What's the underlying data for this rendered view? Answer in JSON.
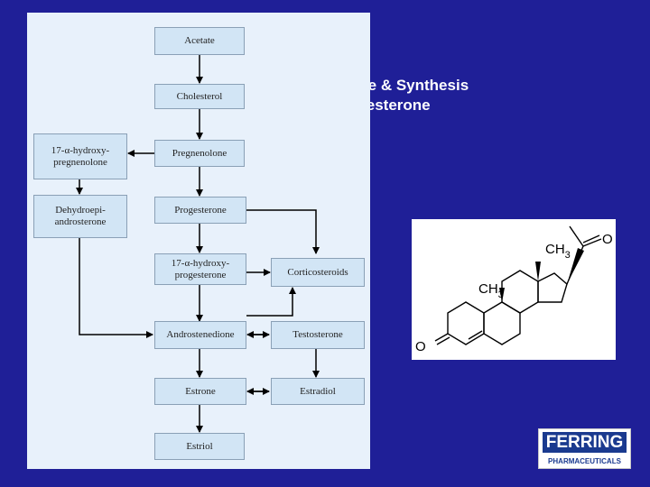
{
  "slide": {
    "title_line1": "ture & Synthesis",
    "title_line2": "ogesterone"
  },
  "pathway": {
    "acetate": "Acetate",
    "cholesterol": "Cholesterol",
    "pregnenolone": "Pregnenolone",
    "hydroxypregnenolone_l1": "17-α-hydroxy-",
    "hydroxypregnenolone_l2": "pregnenolone",
    "dhea_l1": "Dehydroepi-",
    "dhea_l2": "androsterone",
    "progesterone": "Progesterone",
    "hydroxyprogesterone_l1": "17-α-hydroxy-",
    "hydroxyprogesterone_l2": "progesterone",
    "corticosteroids": "Corticosteroids",
    "androstenedione": "Androstenedione",
    "testosterone": "Testosterone",
    "estrone": "Estrone",
    "estradiol": "Estradiol",
    "estriol": "Estriol"
  },
  "molecule": {
    "ch3_top": "CH",
    "ch3_top_sub": "3",
    "ch3_mid": "CH",
    "ch3_mid_sub": "3",
    "oxygen_ketone": "O",
    "oxygen_ring": "O"
  },
  "logo": {
    "brand": "FERRING",
    "subtitle": "PHARMACEUTICALS"
  },
  "colors": {
    "background": "#1f1f97",
    "panel": "#e8f1fb",
    "node_fill": "#d2e5f5"
  }
}
